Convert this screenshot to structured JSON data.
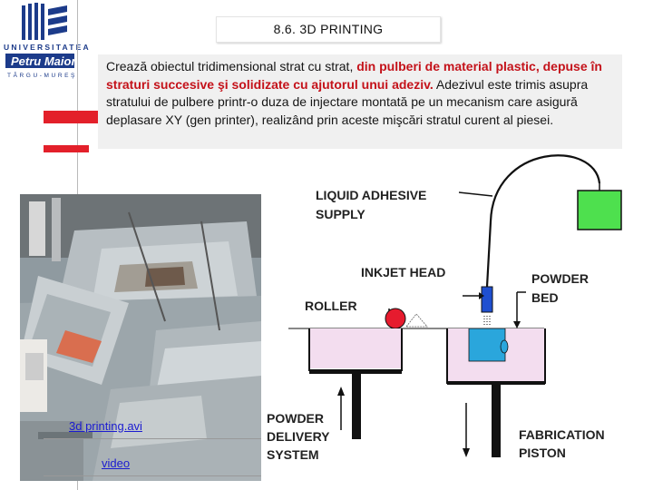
{
  "header": {
    "title": "8.6. 3D PRINTING"
  },
  "logo": {
    "university_line": "UNIVERSITATEA",
    "name": "Petru Maior",
    "city_line": "TÂRGU-MUREŞ"
  },
  "content": {
    "part1": "Crează obiectul tridimensional strat cu strat, ",
    "highlight": "din pulberi de material plastic, depuse în straturi succesive şi solidizate cu ajutorul unui adeziv.",
    "part2": " Adezivul este trimis asupra stratului de pulbere printr-o duza de injectare montată pe un mecanism care asigură deplasare XY (gen printer), realizând prin aceste mişcări stratul curent al piesei."
  },
  "links": {
    "avi": "3d printing.avi",
    "video": "video"
  },
  "diagram": {
    "liquid_adhesive": "LIQUID ADHESIVE",
    "supply": "SUPPLY",
    "inkjet_head": "INKJET HEAD",
    "powder": "POWDER",
    "bed": "BED",
    "roller": "ROLLER",
    "powder_delivery_1": "POWDER",
    "powder_delivery_2": "DELIVERY",
    "powder_delivery_3": "SYSTEM",
    "fabrication": "FABRICATION",
    "piston": "PISTON"
  },
  "colors": {
    "accent_red": "#e3202a",
    "logo_blue": "#1c3b8a",
    "text_highlight": "#c4121a",
    "link": "#1b1bd0",
    "adhesive_tank": "#4ee04e",
    "powder": "#f3ddef"
  }
}
